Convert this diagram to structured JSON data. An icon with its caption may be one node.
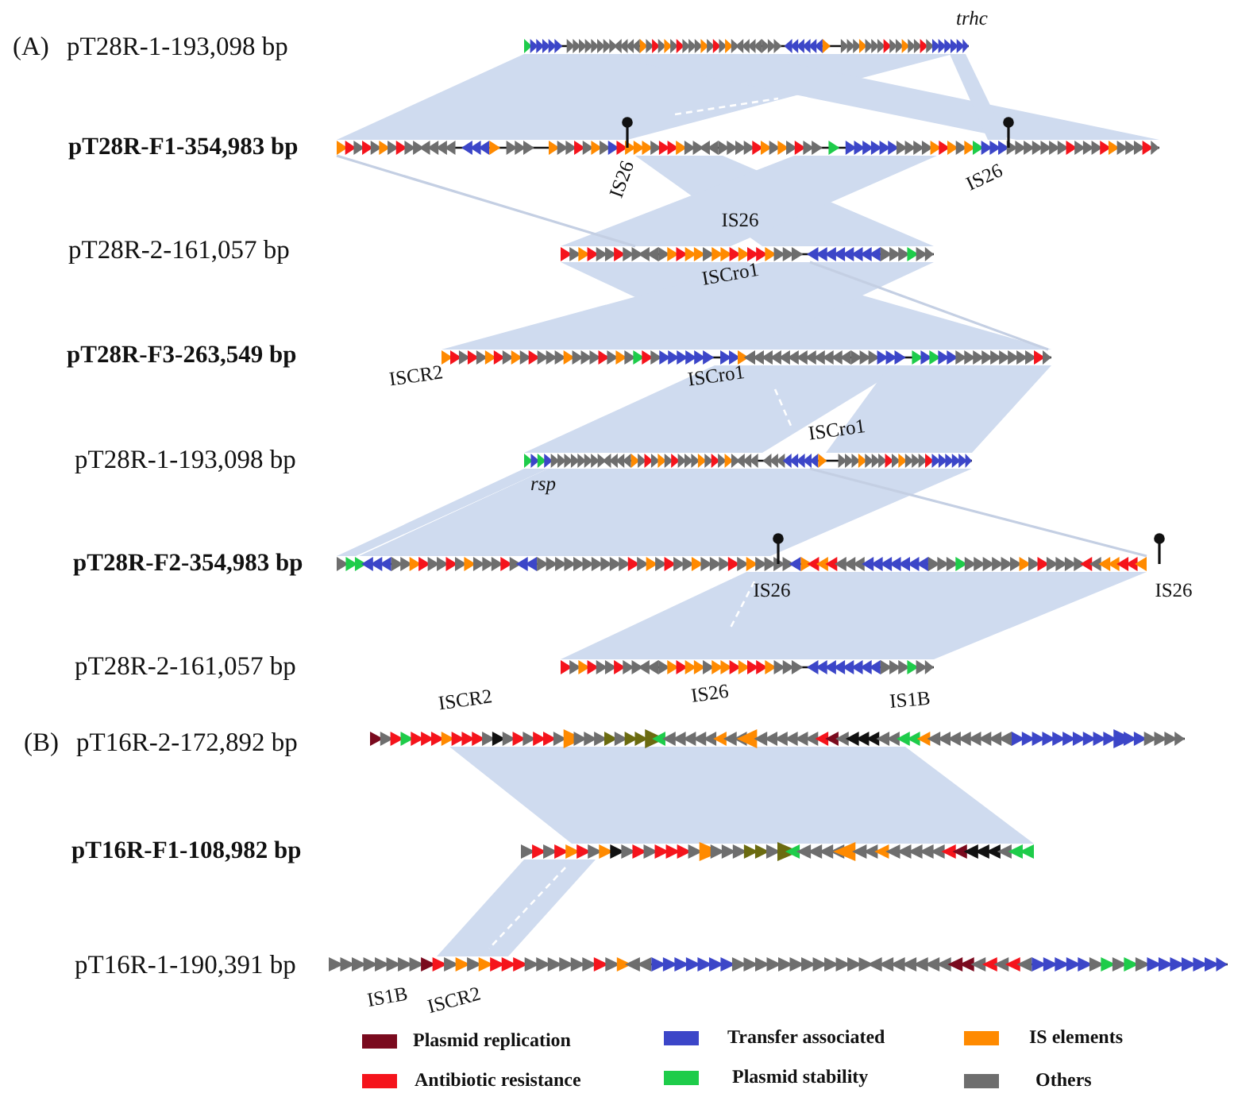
{
  "diagram": {
    "labels": [
      "(A)",
      "pT28R-1-193,098 bp",
      "trhc",
      "pT28R-F1-354,983 bp",
      "IS26",
      "IS26",
      "IS26",
      "pT28R-2-161,057 bp",
      "ISCro1",
      "pT28R-F3-263,549 bp",
      "ISCR2",
      "ISCro1",
      "ISCro1",
      "pT28R-1-193,098 bp",
      "rsp",
      "pT28R-F2-354,983 bp",
      "IS26",
      "IS26",
      "pT28R-2-161,057 bp",
      "ISCR2",
      "IS26",
      "IS1B",
      "(B)",
      "pT16R-2-172,892 bp",
      "pT16R-F1-108,982 bp",
      "pT16R-1-190,391 bp",
      "IS1B",
      "ISCR2"
    ],
    "legend": [
      {
        "text": "Plasmid replication",
        "color": "#7a0a1e"
      },
      {
        "text": "Transfer associated",
        "color": "#3c46c8"
      },
      {
        "text": "IS elements",
        "color": "#ff8a00"
      },
      {
        "text": "Antibiotic resistance",
        "color": "#f5141c"
      },
      {
        "text": "Plasmid stability",
        "color": "#1ecc4a"
      },
      {
        "text": "Others",
        "color": "#6e6e6e"
      }
    ]
  }
}
